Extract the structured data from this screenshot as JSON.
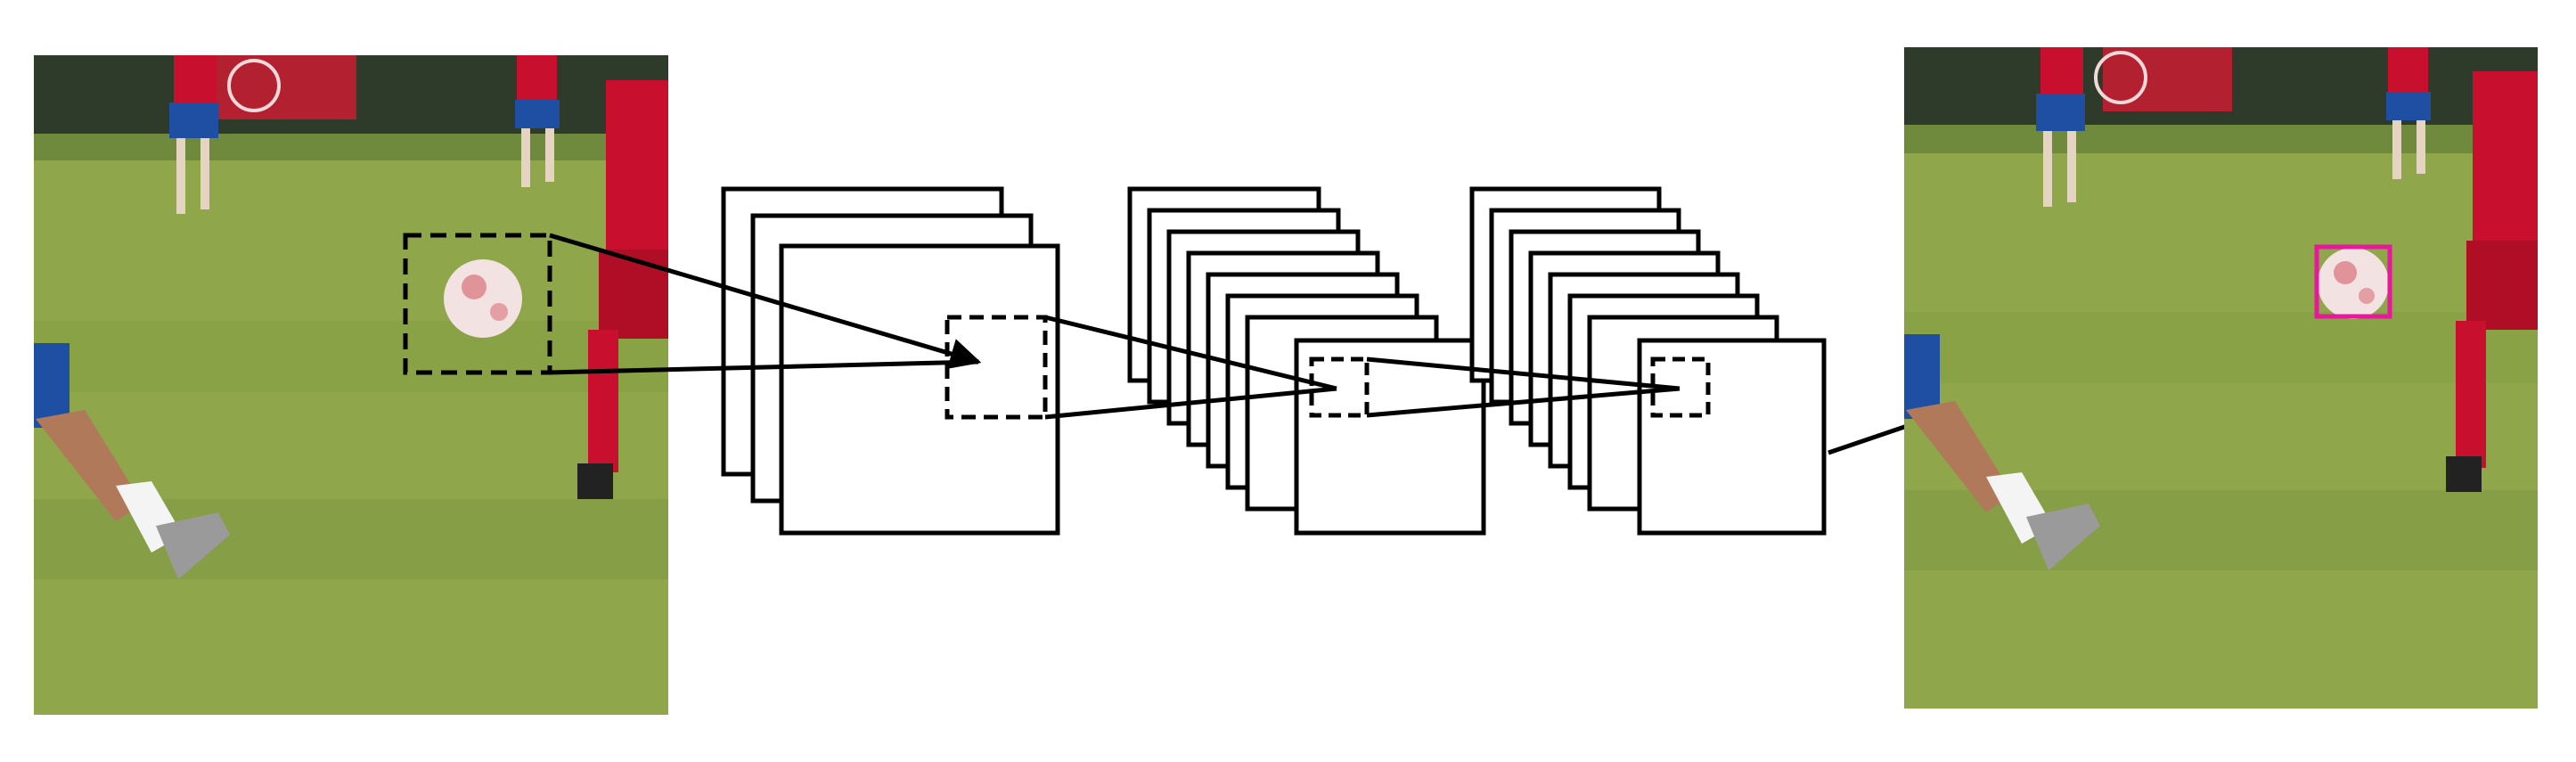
{
  "colors": {
    "background": "#ffffff",
    "stroke": "#000000",
    "detection_box": "#e8179c",
    "grass": "#8fa64a",
    "grass_dark": "#7e9640",
    "banner": "#b3202f",
    "jersey_red": "#c8102e",
    "jersey_white": "#f4f4f4",
    "shorts_blue": "#1f4fa3",
    "ball": "#f2e2e2"
  },
  "diagram": {
    "input_image": {
      "icon": "photo-soccer-field"
    },
    "output_image": {
      "icon": "photo-soccer-field"
    },
    "feature_map_stacks": [
      {
        "layers": 3
      },
      {
        "layers": 8
      },
      {
        "layers": 8
      }
    ]
  }
}
